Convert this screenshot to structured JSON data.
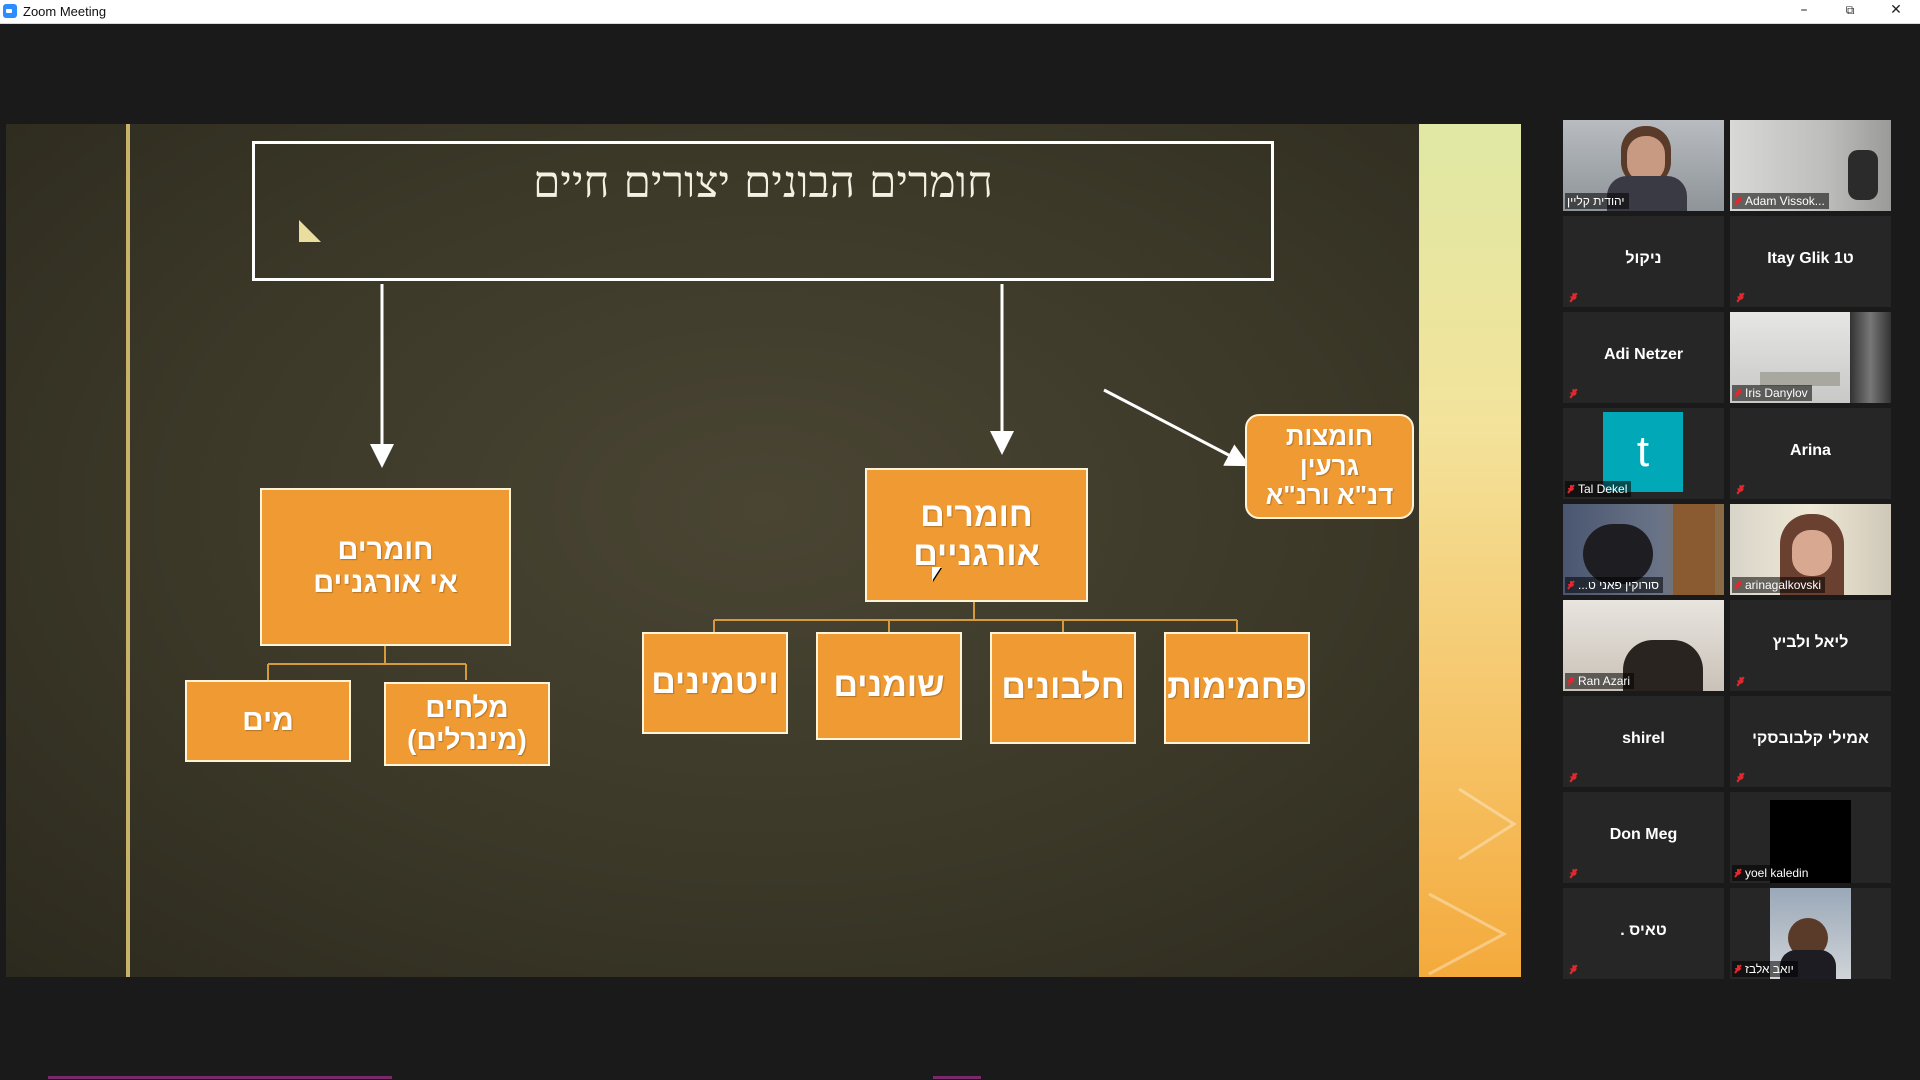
{
  "window": {
    "title": "Zoom Meeting"
  },
  "window_controls": {
    "minimize": "–",
    "restore": "⧉",
    "close": "✕"
  },
  "slide": {
    "title": "חומרים הבונים יצורים חיים",
    "inorganic": "חומרים\nאי אורגניים",
    "organic": "חומרים\nאורגניים",
    "nucleic_acids": "חומצות\nגרעין\nדנ\"א ורנ\"א",
    "water": "מים",
    "salts": "מלחים\n(מינרלים)",
    "vitamins": "ויטמינים",
    "fats": "שומנים",
    "proteins": "חלבונים",
    "carbs": "פחמימות"
  },
  "participants": [
    {
      "name": "יהודית קליין",
      "video": true,
      "muted": false,
      "active": true
    },
    {
      "name": "Adam Vissok...",
      "video": true,
      "muted": true
    },
    {
      "name": "ניקול",
      "video": false,
      "muted": true
    },
    {
      "name": "Itay Glik ט1",
      "video": false,
      "muted": true
    },
    {
      "name": "Adi Netzer",
      "video": false,
      "muted": true
    },
    {
      "name": "Iris Danylov",
      "video": true,
      "muted": true
    },
    {
      "name": "Tal Dekel",
      "avatar_letter": "t",
      "muted": true
    },
    {
      "name": "Arina",
      "video": false,
      "muted": true
    },
    {
      "name": "...סורוקין פאני ט",
      "video": true,
      "muted": true
    },
    {
      "name": "arinagalkovski",
      "video": true,
      "muted": true
    },
    {
      "name": "Ran Azari",
      "video": true,
      "muted": true
    },
    {
      "name": "ליאל ולביץ",
      "video": false,
      "muted": true
    },
    {
      "name": "shirel",
      "video": false,
      "muted": true
    },
    {
      "name": "אמילי קלבובסקי",
      "video": false,
      "muted": true
    },
    {
      "name": "Don Meg",
      "video": false,
      "muted": true
    },
    {
      "name": "yoel kaledin",
      "video": true,
      "muted": true
    },
    {
      "name": ". טאיס",
      "video": false,
      "muted": true
    },
    {
      "name": "יואב אלבז",
      "video": true,
      "muted": true
    }
  ],
  "icons": {
    "mute": "microphone-muted-icon",
    "app": "zoom-icon"
  },
  "colors": {
    "box": "#ef9a32",
    "active_speaker": "#e8e030",
    "muted": "#e0282e",
    "avatar": "#00a8b8"
  }
}
